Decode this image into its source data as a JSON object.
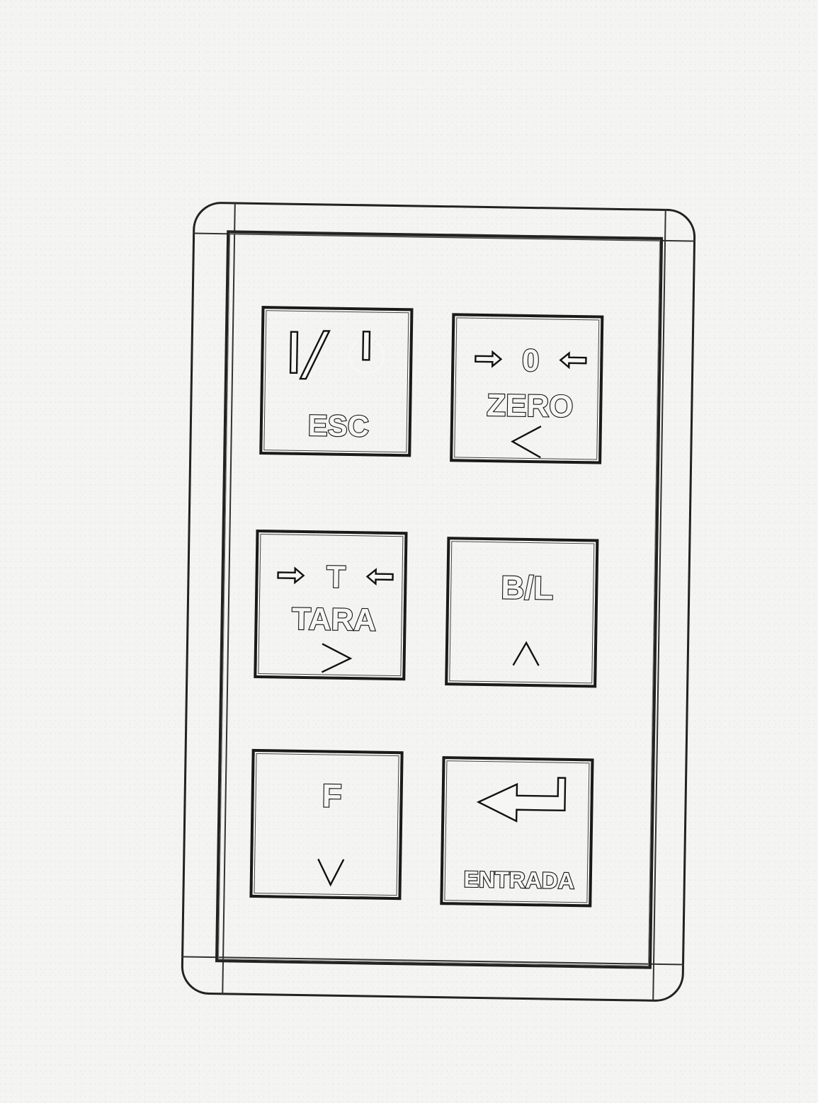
{
  "keypad": {
    "keys": {
      "esc": {
        "label": "ESC",
        "icon": "power-standby-icon"
      },
      "zero": {
        "symbol": "0",
        "label": "ZERO",
        "arrow": "<",
        "icon": "arrows-inward-icon"
      },
      "tara": {
        "symbol": "T",
        "label": "TARA",
        "arrow": ">",
        "icon": "arrows-inward-icon"
      },
      "bl": {
        "label": "B/L",
        "arrow": "^"
      },
      "f": {
        "label": "F",
        "arrow": "V"
      },
      "entrada": {
        "label": "ENTRADA",
        "icon": "enter-return-icon"
      }
    }
  }
}
